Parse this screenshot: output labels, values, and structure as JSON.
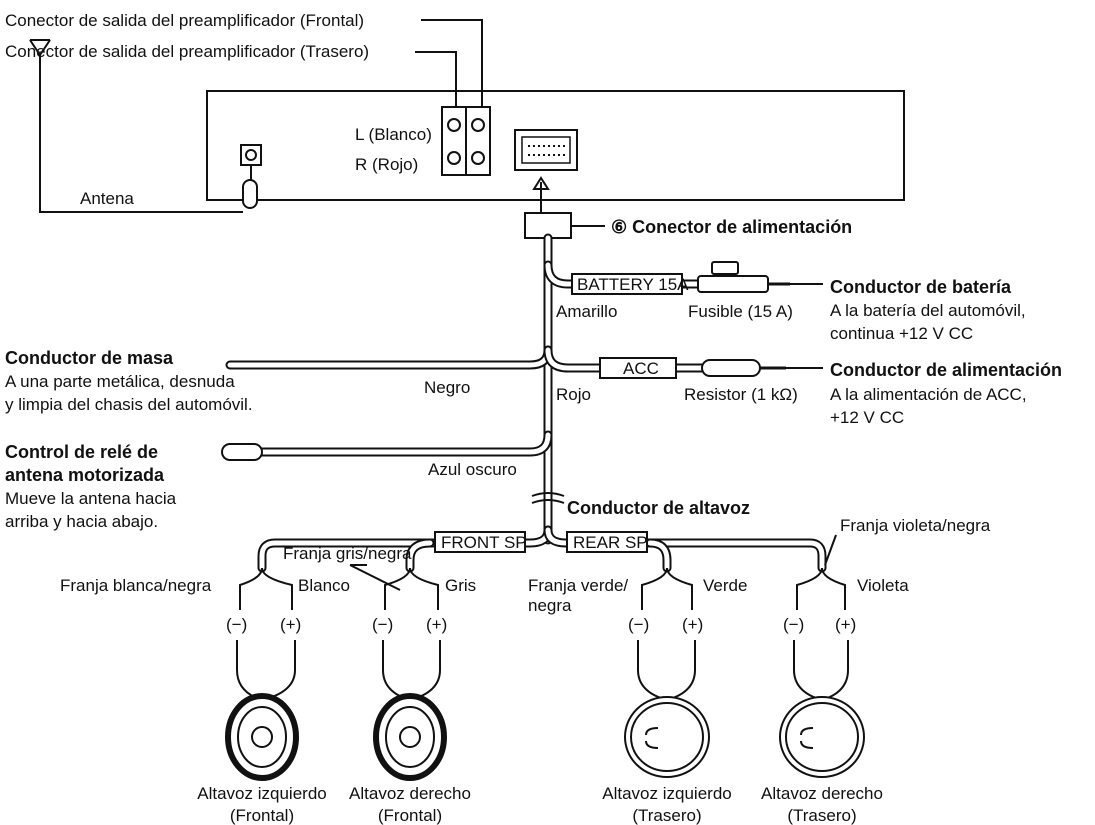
{
  "labels": {
    "preamp_front": "Conector de salida del preamplificador (Frontal)",
    "preamp_rear": "Conector de salida del preamplificador (Trasero)",
    "l_blanco": "L (Blanco)",
    "r_rojo": "R (Rojo)",
    "antena": "Antena",
    "power_connector": "⑥ Conector de alimentación",
    "battery_tag": "BATTERY 15A",
    "amarillo": "Amarillo",
    "fusible": "Fusible (15 A)",
    "cond_bateria": "Conductor de batería",
    "cond_bateria_d1": "A la batería del automóvil,",
    "cond_bateria_d2": "continua +12 V CC",
    "cond_masa": "Conductor de masa",
    "cond_masa_d1": "A una parte metálica, desnuda",
    "cond_masa_d2": "y limpia del chasis del automóvil.",
    "negro": "Negro",
    "rojo": "Rojo",
    "acc_tag": "ACC",
    "resistor": "Resistor (1 kΩ)",
    "cond_alim": "Conductor de alimentación",
    "cond_alim_d1": "A la alimentación de ACC,",
    "cond_alim_d2": "+12 V CC",
    "control_rele_1": "Control de relé de",
    "control_rele_2": "antena motorizada",
    "control_rele_d1": "Mueve la antena hacia",
    "control_rele_d2": "arriba y hacia abajo.",
    "azul_oscuro": "Azul oscuro",
    "cond_altavoz": "Conductor de altavoz",
    "franja_gris_negra": "Franja gris/negra",
    "franja_violeta_negra": "Franja violeta/negra",
    "front_sp": "FRONT SP",
    "rear_sp": "REAR SP",
    "franja_blanca_negra": "Franja blanca/negra",
    "blanco": "Blanco",
    "gris": "Gris",
    "franja_verde_1": "Franja verde/",
    "franja_verde_2": "negra",
    "verde": "Verde",
    "violeta": "Violeta",
    "minus": "(−)",
    "plus": "(+)",
    "altavoz_izq": "Altavoz izquierdo",
    "altavoz_der": "Altavoz derecho",
    "frontal": "(Frontal)",
    "trasero": "(Trasero)"
  }
}
